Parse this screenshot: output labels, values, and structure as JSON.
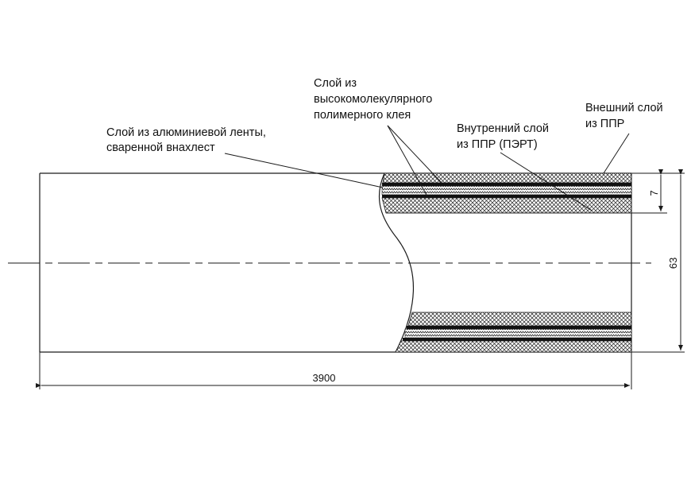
{
  "labels": {
    "aluminum_line1": "Слой из алюминиевой ленты,",
    "aluminum_line2": "сваренной внахлест",
    "adhesive_line1": "Слой из",
    "adhesive_line2": "высокомолекулярного",
    "adhesive_line3": "полимерного клея",
    "inner_line1": "Внутренний слой",
    "inner_line2": "из ППР (ПЭРТ)",
    "outer_line1": "Внешний слой",
    "outer_line2": "из ППР"
  },
  "dimensions": {
    "length": "3900",
    "outer_diameter": "63",
    "wall_thickness": "7"
  },
  "colors": {
    "line": "#1a1a1a",
    "background": "#ffffff"
  }
}
